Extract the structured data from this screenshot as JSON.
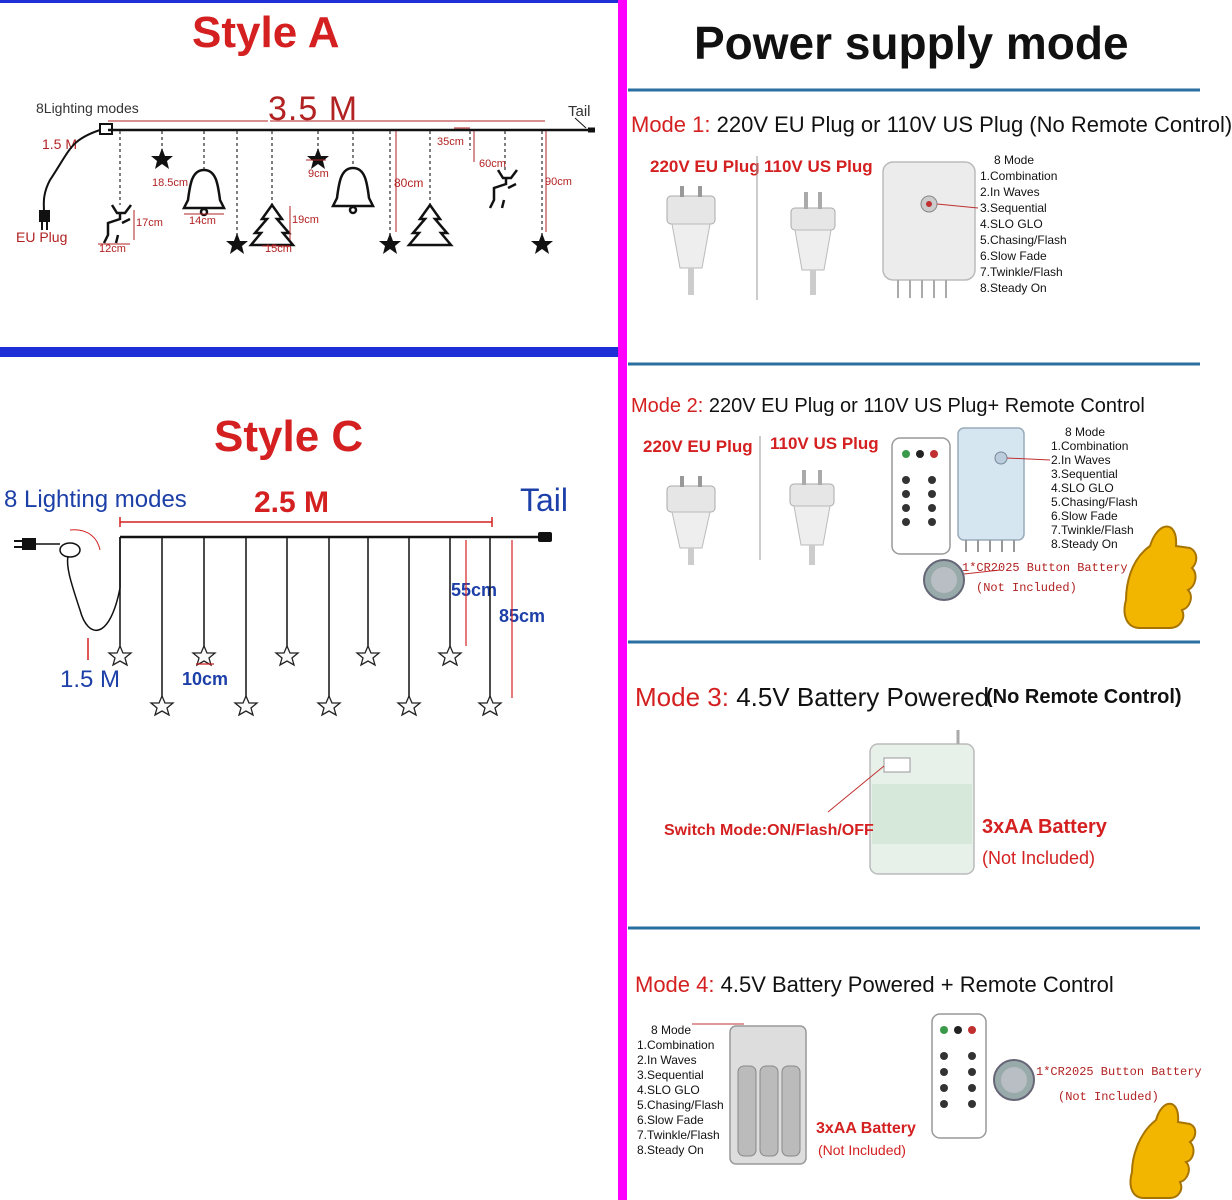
{
  "left": {
    "style_a": {
      "title": "Style A",
      "lighting_modes": "8Lighting modes",
      "length": "3.5 M",
      "tail": "Tail",
      "cable": "1.5 M",
      "plug": "EU Plug",
      "dims": {
        "d35": "35cm",
        "d60": "60cm",
        "d90": "90cm",
        "d80": "80cm",
        "d9": "9cm",
        "d185": "18.5cm",
        "d14": "14cm",
        "d19": "19cm",
        "d15": "15cm",
        "d17": "17cm",
        "d12": "12cm"
      }
    },
    "style_c": {
      "title": "Style C",
      "lighting_modes": "8 Lighting modes",
      "length": "2.5 M",
      "tail": "Tail",
      "cable": "1.5 M",
      "d55": "55cm",
      "d85": "85cm",
      "d10": "10cm"
    }
  },
  "right": {
    "title": "Power supply mode",
    "mode_list_title": "8 Mode",
    "modes_list": [
      "1.Combination",
      "2.In Waves",
      "3.Sequential",
      "4.SLO GLO",
      "5.Chasing/Flash",
      "6.Slow Fade",
      "7.Twinkle/Flash",
      "8.Steady On"
    ],
    "mode1": {
      "label": "Mode 1:",
      "text": "220V EU Plug or 110V US Plug (No Remote Control)",
      "eu": "220V EU Plug",
      "us": "110V US Plug"
    },
    "mode2": {
      "label": "Mode 2:",
      "text": "220V EU Plug or 110V US Plug+ Remote Control",
      "eu": "220V EU Plug",
      "us": "110V US Plug",
      "battery": "1*CR2025 Button Battery",
      "not_included": "(Not Included)"
    },
    "mode3": {
      "label": "Mode 3:",
      "text": "4.5V Battery Powered",
      "note": "(No Remote Control)",
      "switch": "Switch Mode:ON/Flash/OFF",
      "battery": "3xAA Battery",
      "not_included": "(Not Included)"
    },
    "mode4": {
      "label": "Mode 4:",
      "text": "4.5V Battery Powered + Remote Control",
      "battery": "3xAA Battery",
      "not_included": "(Not Included)",
      "button_battery": "1*CR2025 Button Battery",
      "not_included2": "(Not Included)"
    }
  },
  "colors": {
    "magenta": "#ff00ff",
    "blue_divider": "#1f2fd6",
    "red": "#d42020",
    "section_rule": "#2a6fa0"
  }
}
